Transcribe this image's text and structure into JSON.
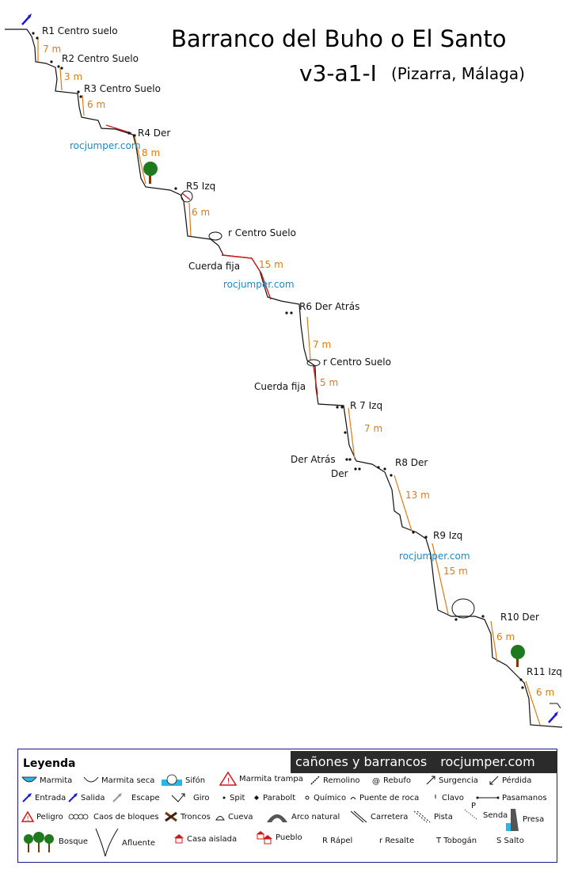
{
  "title": {
    "line1": "Barranco del Buho o El Santo",
    "line2": "v3-a1-I",
    "line3": "(Pizarra, Málaga)"
  },
  "topo_labels": [
    {
      "id": "r1",
      "text": "R1 Centro suelo",
      "kind": "lbl"
    },
    {
      "id": "r2",
      "text": "R2 Centro Suelo",
      "kind": "lbl"
    },
    {
      "id": "r3",
      "text": "R3 Centro Suelo",
      "kind": "lbl"
    },
    {
      "id": "r4",
      "text": "R4 Der",
      "kind": "lbl"
    },
    {
      "id": "r5",
      "text": "R5 Izq",
      "kind": "lbl"
    },
    {
      "id": "rc1",
      "text": "r    Centro Suelo",
      "kind": "lbl"
    },
    {
      "id": "cf1",
      "text": "Cuerda fija",
      "kind": "lbl"
    },
    {
      "id": "r6",
      "text": "R6 Der Atrás",
      "kind": "lbl"
    },
    {
      "id": "rc2",
      "text": "r    Centro Suelo",
      "kind": "lbl"
    },
    {
      "id": "cf2",
      "text": "Cuerda fija",
      "kind": "lbl"
    },
    {
      "id": "r7",
      "text": "R 7 Izq",
      "kind": "lbl"
    },
    {
      "id": "da",
      "text": "Der Atrás",
      "kind": "lbl"
    },
    {
      "id": "der",
      "text": "Der",
      "kind": "lbl"
    },
    {
      "id": "r8",
      "text": "R8 Der",
      "kind": "lbl"
    },
    {
      "id": "r9",
      "text": "R9 Izq",
      "kind": "lbl"
    },
    {
      "id": "r10",
      "text": "R10 Der",
      "kind": "lbl"
    },
    {
      "id": "r11",
      "text": "R11 Izq",
      "kind": "lbl"
    },
    {
      "id": "m1",
      "text": "7 m",
      "kind": "len"
    },
    {
      "id": "m2",
      "text": "3 m",
      "kind": "len"
    },
    {
      "id": "m3",
      "text": "6 m",
      "kind": "len"
    },
    {
      "id": "m4",
      "text": "8 m",
      "kind": "len"
    },
    {
      "id": "m5",
      "text": "6 m",
      "kind": "len"
    },
    {
      "id": "m6",
      "text": "15 m",
      "kind": "len"
    },
    {
      "id": "m7",
      "text": "7 m",
      "kind": "len"
    },
    {
      "id": "m8",
      "text": "5 m",
      "kind": "len"
    },
    {
      "id": "m9",
      "text": "7 m",
      "kind": "len"
    },
    {
      "id": "m10",
      "text": "13 m",
      "kind": "len"
    },
    {
      "id": "m11",
      "text": "15 m",
      "kind": "len"
    },
    {
      "id": "m12",
      "text": "6 m",
      "kind": "len"
    },
    {
      "id": "m13",
      "text": "6 m",
      "kind": "len"
    },
    {
      "id": "w1",
      "text": "rocjumper.com",
      "kind": "wm"
    },
    {
      "id": "w2",
      "text": "rocjumper.com",
      "kind": "wm"
    },
    {
      "id": "w3",
      "text": "rocjumper.com",
      "kind": "wm"
    }
  ],
  "legend": {
    "title": "Leyenda",
    "brand_left": "cañones y barrancos",
    "brand_right": "rocjumper.com",
    "items": {
      "marmita": "Marmita",
      "marmita_seca": "Marmita seca",
      "sifon": "Sifón",
      "marmita_trampa": "Marmita trampa",
      "remolino": "Remolino",
      "rebufo": "Rebufo",
      "surgencia": "Surgencia",
      "perdida": "Pérdida",
      "entrada": "Entrada",
      "salida": "Salida",
      "escape": "Escape",
      "giro": "Giro",
      "spit": "Spit",
      "parabolt": "Parabolt",
      "quimico": "Químico",
      "puente_roca": "Puente de roca",
      "clavo": "Clavo",
      "pasamanos": "Pasamanos",
      "peligro": "Peligro",
      "caos": "Caos de bloques",
      "troncos": "Troncos",
      "cueva": "Cueva",
      "arco": "Arco natural",
      "carretera": "Carretera",
      "pista": "Pista",
      "senda_letter": "P",
      "senda": "Senda",
      "presa": "Presa",
      "bosque": "Bosque",
      "afluente": "Afluente",
      "casa": "Casa aislada",
      "pueblo": "Pueblo",
      "rapel": "R Rápel",
      "resalte": "r Resalte",
      "tobogan": "T Tobogán",
      "salto": "S Salto"
    }
  }
}
